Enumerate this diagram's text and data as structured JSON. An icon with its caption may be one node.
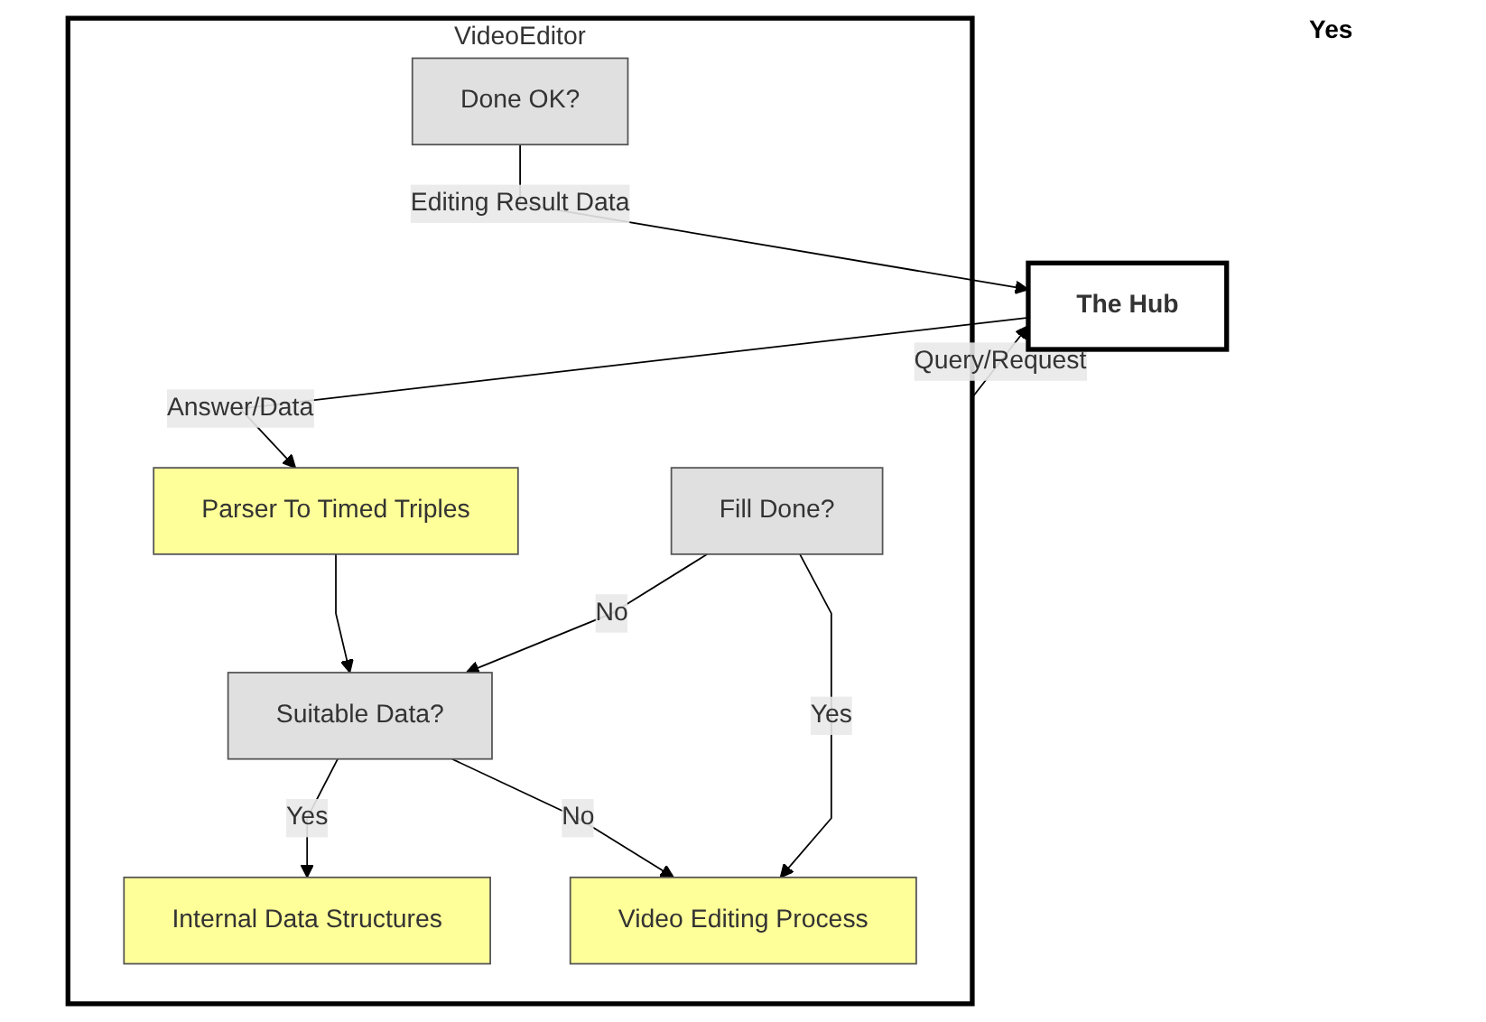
{
  "diagram": {
    "nodes": [
      {
        "text": [
          "The Hub"
        ]
      },
      {
        "text": [
          "VideoEditor"
        ]
      },
      {
        "text": [
          "Parser To Timed Triples"
        ],
        "in": 1
      },
      {
        "text": [
          "Suitable Data?"
        ],
        "in": 1
      },
      {
        "text": [
          "Internal Data Structures"
        ],
        "in": 1
      },
      {
        "text": [
          "Fill Done?"
        ],
        "in": 1
      },
      {
        "text": [
          "Video Editing Process"
        ],
        "in": 1
      },
      {
        "text": [
          "Done OK?"
        ],
        "in": 1
      }
    ],
    "edges": [
      {
        "from": 1,
        "to": 0,
        "arrow": "to",
        "label": "Query/Request"
      },
      {
        "from": 0,
        "to": 2,
        "arrow": "to",
        "label": "Answer/Data"
      },
      {
        "from": 2,
        "to": 3,
        "arrow": "to"
      },
      {
        "from": 3,
        "to": 4,
        "arrow": "to",
        "label": "Yes"
      },
      {
        "from": 3,
        "to": 6,
        "arrow": "to",
        "label": "No"
      },
      {
        "from": 5,
        "to": 3,
        "arrow": "to",
        "label": "No"
      },
      {
        "from": 5,
        "to": 6,
        "arrow": "to",
        "label": "Yes"
      },
      {
        "from": 7,
        "to": 0,
        "arrow": "to",
        "label": "Editing Result Data"
      }
    ],
    "labels": [
      "Yes"
    ]
  }
}
